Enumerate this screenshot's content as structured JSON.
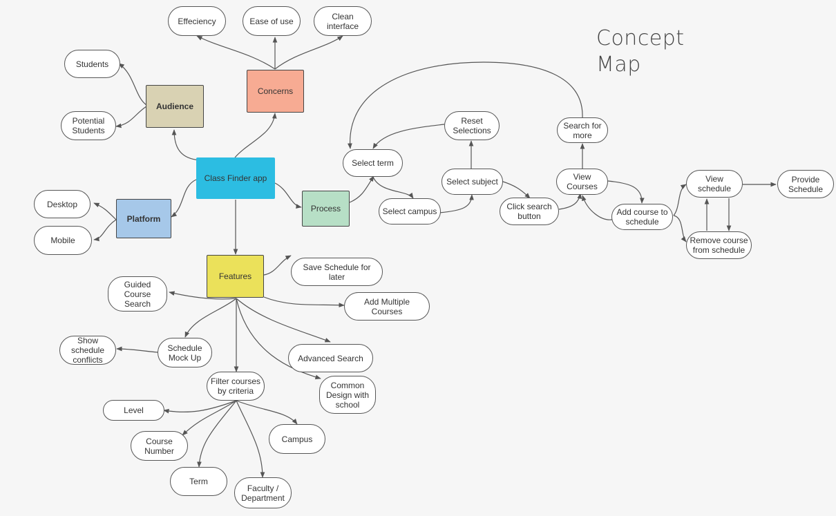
{
  "title": "Concept\nMap",
  "nodes": {
    "efficiency": "Effeciency",
    "ease_of_use": "Ease of use",
    "clean_interface": "Clean interface",
    "concerns": "Concerns",
    "students": "Students",
    "potential_students": "Potential\nStudents",
    "audience": "Audience",
    "class_finder_app": "Class Finder app",
    "desktop": "Desktop",
    "mobile": "Mobile",
    "platform": "Platform",
    "process": "Process",
    "select_term": "Select term",
    "select_campus": "Select campus",
    "reset_selections": "Reset\nSelections",
    "select_subject": "Select subject",
    "click_search": "Click search\nbutton",
    "search_for_more": "Search for\nmore",
    "view_courses": "View Courses",
    "add_course": "Add course to\nschedule",
    "view_schedule": "View schedule",
    "provide_schedule": "Provide\nSchedule",
    "remove_course": "Remove course\nfrom schedule",
    "features": "Features",
    "save_schedule": "Save Schedule for later",
    "add_multiple": "Add Multiple Courses",
    "guided_search": "Guided\nCourse\nSearch",
    "show_conflicts": "Show schedule\nconflicts",
    "schedule_mockup": "Schedule\nMock Up",
    "advanced_search": "Advanced Search",
    "filter_courses": "Filter courses\nby criteria",
    "common_design": "Common\nDesign with\nschool",
    "level": "Level",
    "course_number": "Course\nNumber",
    "campus": "Campus",
    "term": "Term",
    "faculty_department": "Faculty /\nDepartment"
  },
  "colors": {
    "background": "#f6f6f6",
    "concerns_fill": "#f7ab93",
    "audience_fill": "#d9d2b3",
    "class_finder_fill": "#2cbde2",
    "platform_fill": "#a6c8e9",
    "process_fill": "#b7dfc6",
    "features_fill": "#ebe15a",
    "line": "#555555"
  }
}
